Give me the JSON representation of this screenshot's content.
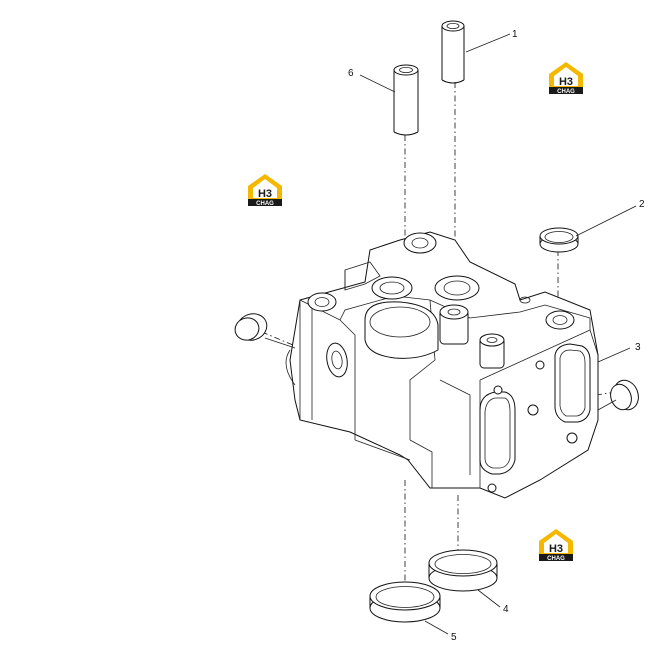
{
  "callouts": [
    {
      "id": "1",
      "label": "1"
    },
    {
      "id": "2",
      "label": "2"
    },
    {
      "id": "3",
      "label": "3"
    },
    {
      "id": "4",
      "label": "4"
    },
    {
      "id": "5",
      "label": "5"
    },
    {
      "id": "6",
      "label": "6"
    }
  ],
  "logo": {
    "mark": "H3",
    "wordmark": "CHAG",
    "colors": {
      "accent": "#f5b800",
      "dark": "#1a1a1a",
      "light": "#ffffff"
    }
  },
  "colors": {
    "line": "#111111",
    "background": "#ffffff"
  }
}
